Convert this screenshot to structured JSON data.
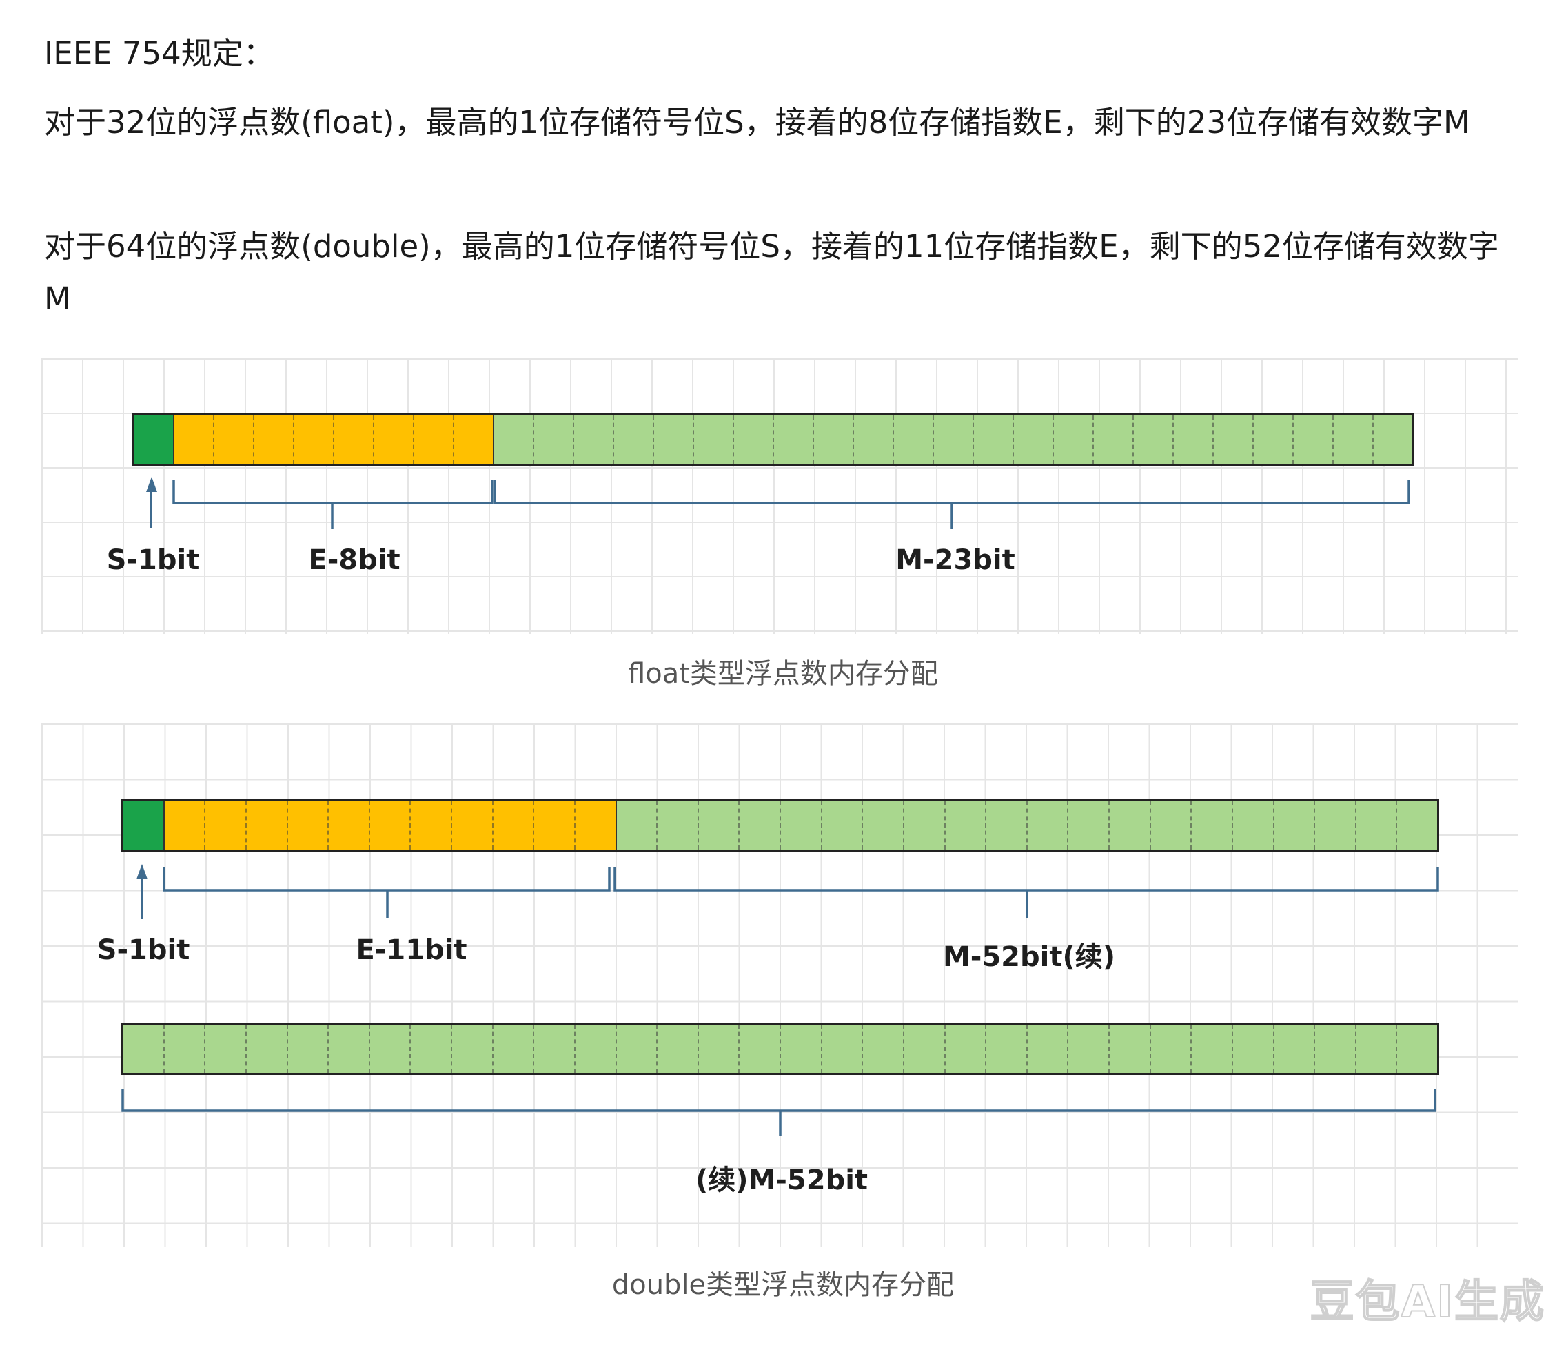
{
  "intro": "IEEE 754规定：",
  "paragraph_float": "对于32位的浮点数(float)，最高的1位存储符号位S，接着的8位存储指数E，剩下的23位存储有效数字M",
  "paragraph_double": "对于64位的浮点数(double)，最高的1位存储符号位S，接着的11位存储指数E，剩下的52位存储有效数字M",
  "colors": {
    "sign": "#1aa34a",
    "exponent": "#ffc000",
    "mantissa": "#a9d78e",
    "bracket": "#3f6b8f",
    "grid": "#e5e5e5"
  },
  "float_layout": {
    "caption": "float类型浮点数内存分配",
    "sign_bits": 1,
    "exponent_bits": 8,
    "mantissa_bits": 23,
    "labels": {
      "sign": "S-1bit",
      "exponent": "E-8bit",
      "mantissa": "M-23bit"
    }
  },
  "double_layout": {
    "caption": "double类型浮点数内存分配",
    "sign_bits": 1,
    "exponent_bits": 11,
    "mantissa_bits_row1": 20,
    "mantissa_bits_row2": 32,
    "labels": {
      "sign": "S-1bit",
      "exponent": "E-11bit",
      "mantissa": "M-52bit(续)",
      "mantissa_cont": "(续)M-52bit"
    }
  },
  "watermark": "豆包AI生成"
}
